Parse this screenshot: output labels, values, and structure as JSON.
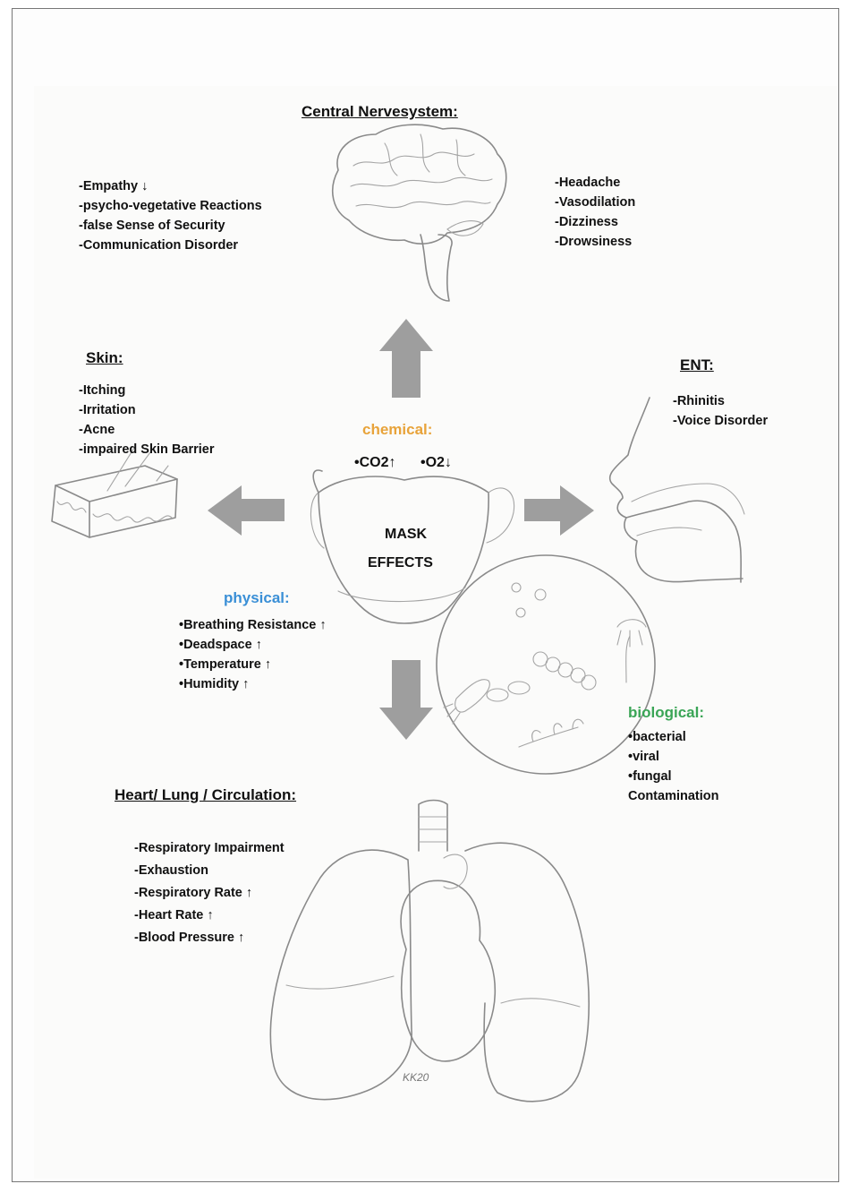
{
  "cns": {
    "title": "Central Nervesystem:",
    "left": [
      "-Empathy ↓",
      "-psycho-vegetative Reactions",
      "-false Sense of Security",
      "-Communication Disorder"
    ],
    "right": [
      "-Headache",
      "-Vasodilation",
      "-Dizziness",
      "-Drowsiness"
    ]
  },
  "skin": {
    "title": "Skin:",
    "items": [
      "-Itching",
      "-Irritation",
      "-Acne",
      "-impaired Skin Barrier"
    ]
  },
  "ent": {
    "title": "ENT:",
    "items": [
      "-Rhinitis",
      "-Voice Disorder"
    ]
  },
  "chemical": {
    "title": "chemical:",
    "co2": "•CO2↑",
    "o2": "•O2↓",
    "color": "#e8a33a"
  },
  "mask": {
    "line1": "MASK",
    "line2": "EFFECTS"
  },
  "physical": {
    "title": "physical:",
    "items": [
      "•Breathing Resistance ↑",
      "•Deadspace ↑",
      "•Temperature ↑",
      "•Humidity ↑"
    ],
    "color": "#3a8fd6"
  },
  "biological": {
    "title": "biological:",
    "items": [
      "•bacterial",
      "•viral",
      "•fungal",
      "Contamination"
    ],
    "color": "#3aa556"
  },
  "heart": {
    "title": "Heart/ Lung / Circulation:",
    "items": [
      "-Respiratory Impairment",
      "-Exhaustion",
      "-Respiratory Rate ↑",
      "-Heart Rate ↑",
      "-Blood Pressure ↑"
    ]
  },
  "signature": "KK20",
  "icons": [
    "brain-drawing",
    "skin-drawing",
    "face-profile-drawing",
    "mask-drawing",
    "microbes-drawing",
    "lungs-heart-drawing"
  ]
}
